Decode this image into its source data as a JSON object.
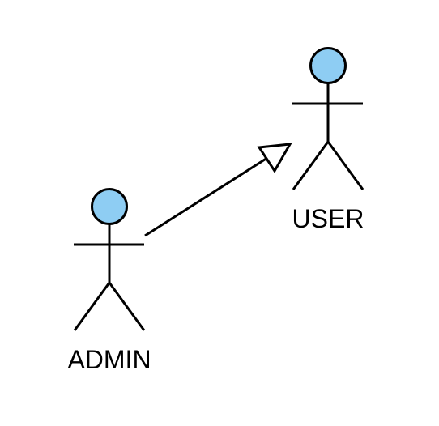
{
  "diagram": {
    "type": "uml-use-case-actor-generalization",
    "actors": [
      {
        "id": "admin",
        "label": "ADMIN",
        "head_color": "#8ecdf3"
      },
      {
        "id": "user",
        "label": "USER",
        "head_color": "#8ecdf3"
      }
    ],
    "relationships": [
      {
        "type": "generalization",
        "from": "admin",
        "to": "user",
        "arrowhead": "hollow-triangle"
      }
    ],
    "colors": {
      "stroke": "#000000",
      "head_fill": "#8ecdf3",
      "background": "#ffffff"
    }
  }
}
